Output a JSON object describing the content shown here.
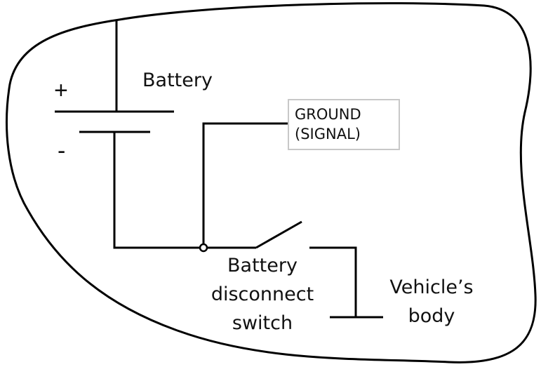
{
  "battery": {
    "label": "Battery",
    "plus": "+",
    "minus": "-"
  },
  "ground": {
    "line1": "GROUND",
    "line2": "(SIGNAL)"
  },
  "switch": {
    "line1": "Battery",
    "line2": "disconnect",
    "line3": "switch"
  },
  "body": {
    "line1": "Vehicle’s",
    "line2": "body"
  }
}
